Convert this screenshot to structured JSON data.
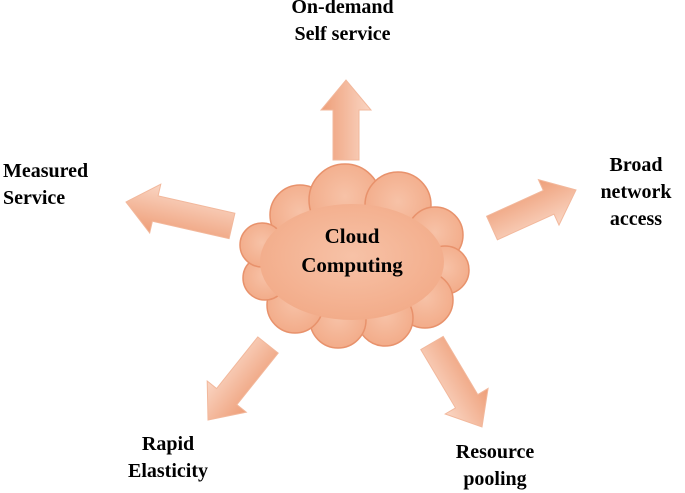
{
  "center": {
    "line1": "Cloud",
    "line2": "Computing"
  },
  "characteristics": [
    {
      "line1": "On-demand",
      "line2": "Self service"
    },
    {
      "line1": "Measured",
      "line2": "Service"
    },
    {
      "line1": "Broad",
      "line2": "network",
      "line3": "access"
    },
    {
      "line1": "Rapid",
      "line2": "Elasticity"
    },
    {
      "line1": "Resource",
      "line2": "pooling"
    }
  ],
  "colors": {
    "cloud_fill": "#F4B394",
    "cloud_stroke": "#E8926C",
    "arrow_light": "#FAD6C4",
    "arrow_dark": "#EE9E78",
    "arrow_stroke": "#F2B89C",
    "text": "#000000"
  }
}
